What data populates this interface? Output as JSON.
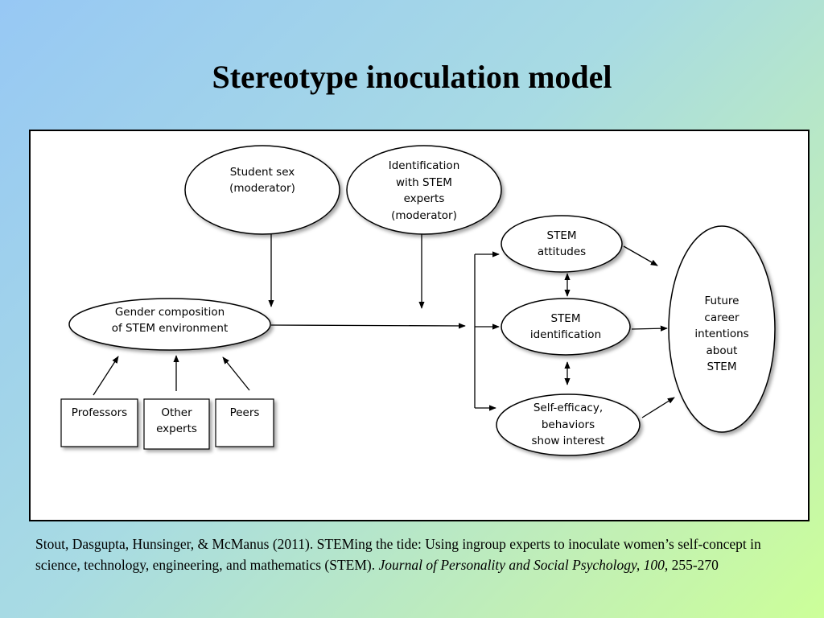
{
  "title": "Stereotype inoculation model",
  "diagram": {
    "nodes": {
      "student_sex": "Student sex\n(moderator)",
      "identification_experts": "Identification\nwith STEM\nexperts\n(moderator)",
      "gender_composition": "Gender composition\nof STEM environment",
      "stem_attitudes": "STEM\nattitudes",
      "stem_identification": "STEM\nidentification",
      "self_efficacy": "Self-efficacy,\nbehaviors\nshow interest",
      "future_career": "Future\ncareer\nintentions\nabout\nSTEM",
      "professors": "Professors",
      "other_experts": "Other\nexperts",
      "peers": "Peers"
    }
  },
  "citation": {
    "text": "Stout, Dasgupta, Hunsinger, & McManus (2011). STEMing the tide: Using ingroup experts to inoculate women’s self-concept in science, technology, engineering, and mathematics (STEM). ",
    "journal": "Journal of Personality and Social Psychology, 100",
    "pages": ", 255-270"
  }
}
